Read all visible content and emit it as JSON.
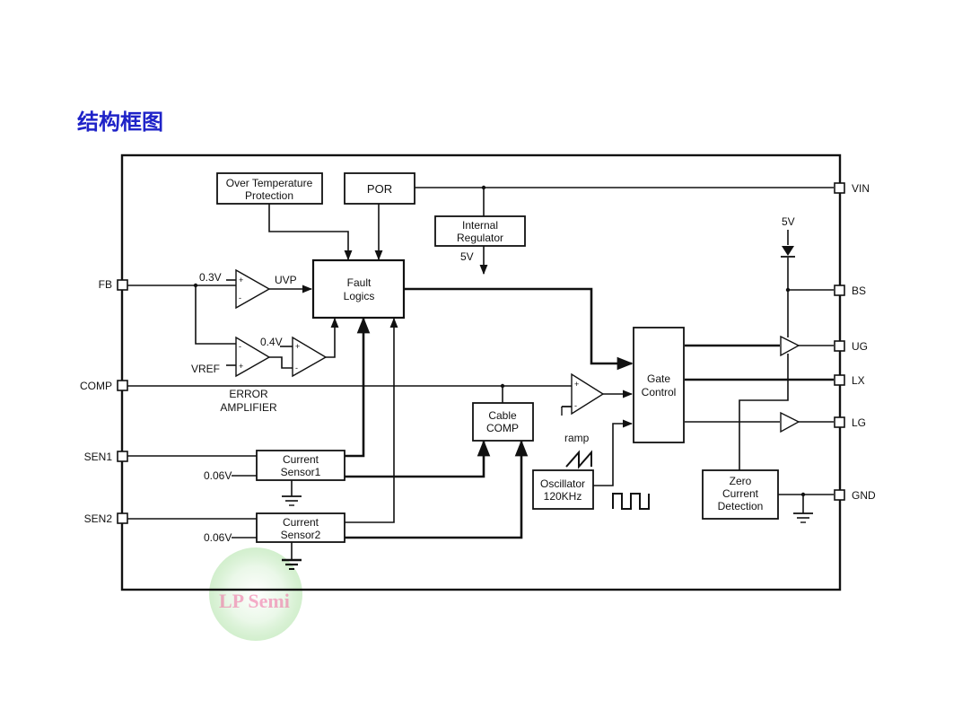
{
  "title": "结构框图",
  "colors": {
    "title": "#1f23c8",
    "line": "#111111",
    "watermark": "#f06aa0"
  },
  "blocks": {
    "otp": [
      "Over Temperature",
      "Protection"
    ],
    "por": "POR",
    "regulator": [
      "Internal",
      "Regulator"
    ],
    "fault": [
      "Fault",
      "Logics"
    ],
    "gate": [
      "Gate",
      "Control"
    ],
    "cable": [
      "Cable",
      "COMP"
    ],
    "sensor1": [
      "Current",
      "Sensor1"
    ],
    "sensor2": [
      "Current",
      "Sensor2"
    ],
    "oscillator": [
      "Oscillator",
      "120KHz"
    ],
    "zcd": [
      "Zero",
      "Current",
      "Detection"
    ]
  },
  "pins": {
    "fb": "FB",
    "comp": "COMP",
    "sen1": "SEN1",
    "sen2": "SEN2",
    "vin": "VIN",
    "bs": "BS",
    "ug": "UG",
    "lx": "LX",
    "lg": "LG",
    "gnd": "GND"
  },
  "labels": {
    "v03": "0.3V",
    "uvp": "UVP",
    "v04": "0.4V",
    "vref": "VREF",
    "error_amp": [
      "ERROR",
      "AMPLIFIER"
    ],
    "reg_5v": "5V",
    "bs_5v": "5V",
    "ramp": "ramp",
    "sen1_ref": "0.06V",
    "sen2_ref": "0.06V",
    "plus": "+",
    "minus": "-"
  },
  "watermark": "LP Semi"
}
